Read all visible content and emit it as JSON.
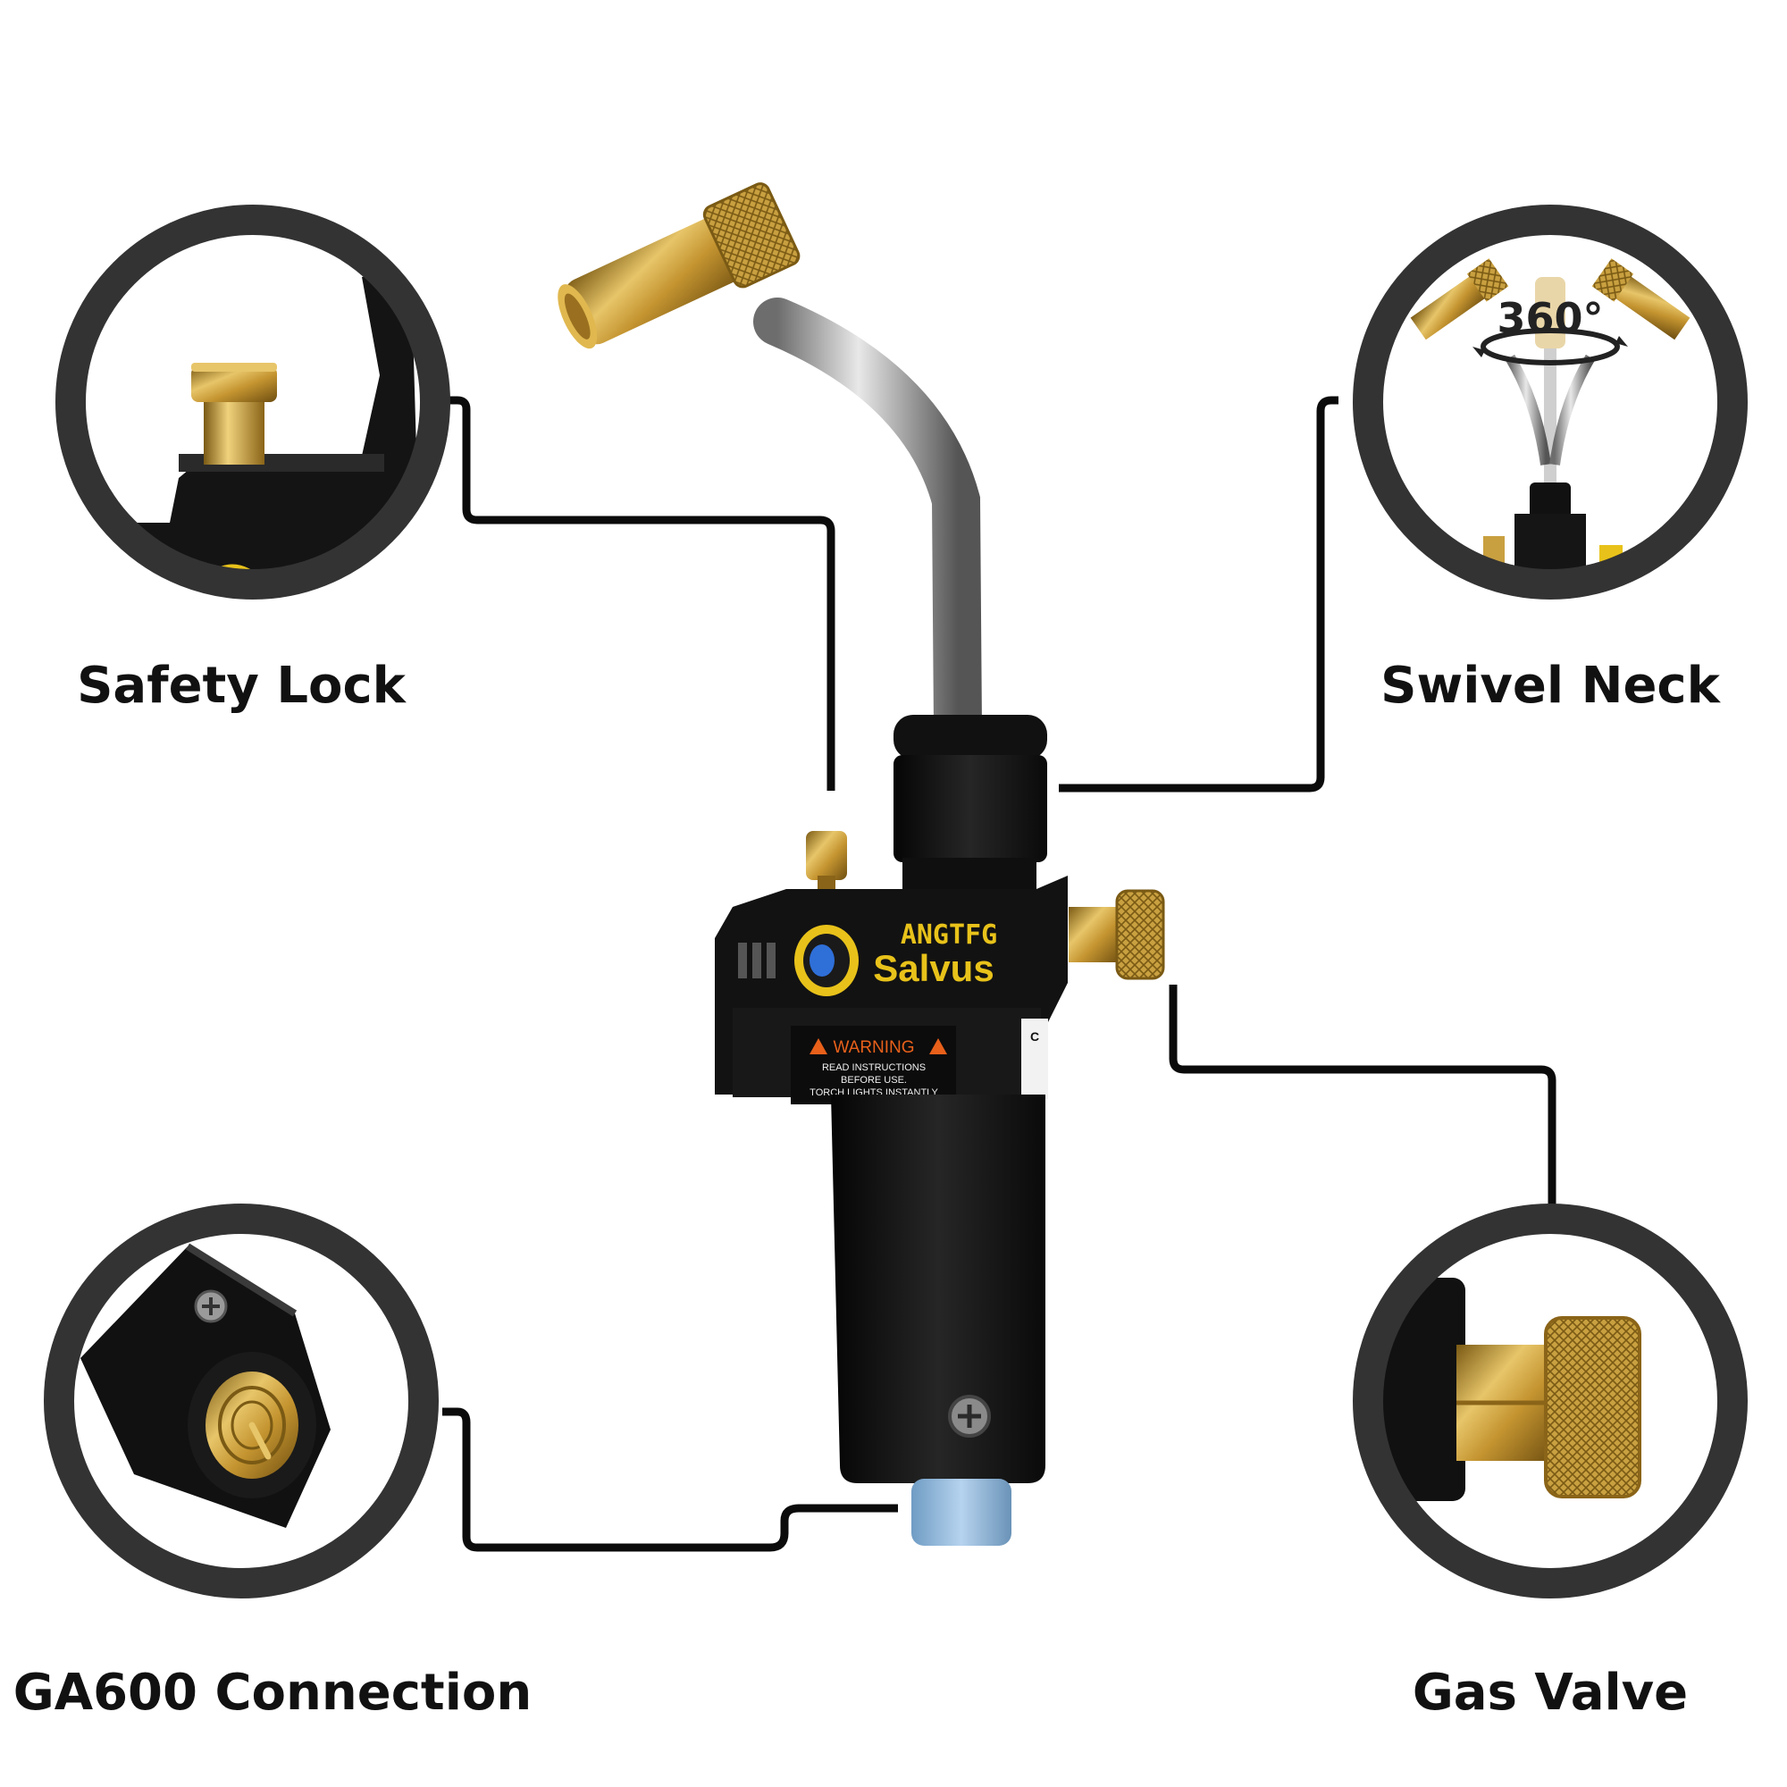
{
  "labels": {
    "safety_lock": "Safety Lock",
    "swivel_neck": "Swivel Neck",
    "ga600_connection": "GA600 Connection",
    "gas_valve": "Gas Valve"
  },
  "torch": {
    "model": "ANGTFG",
    "brand": "Salvus",
    "warning_title": "WARNING",
    "warning_lines": [
      "READ INSTRUCTIONS",
      "BEFORE USE.",
      "TORCH LIGHTS INSTANTLY"
    ],
    "side_label": "C"
  },
  "swivel_badge": "360°",
  "colors": {
    "ring": "#333333",
    "brass": "#c9a040",
    "body": "#141414",
    "accent_yellow": "#e8c21a",
    "warning_orange": "#e8601a",
    "tip_blue": "#9cc0e0"
  }
}
